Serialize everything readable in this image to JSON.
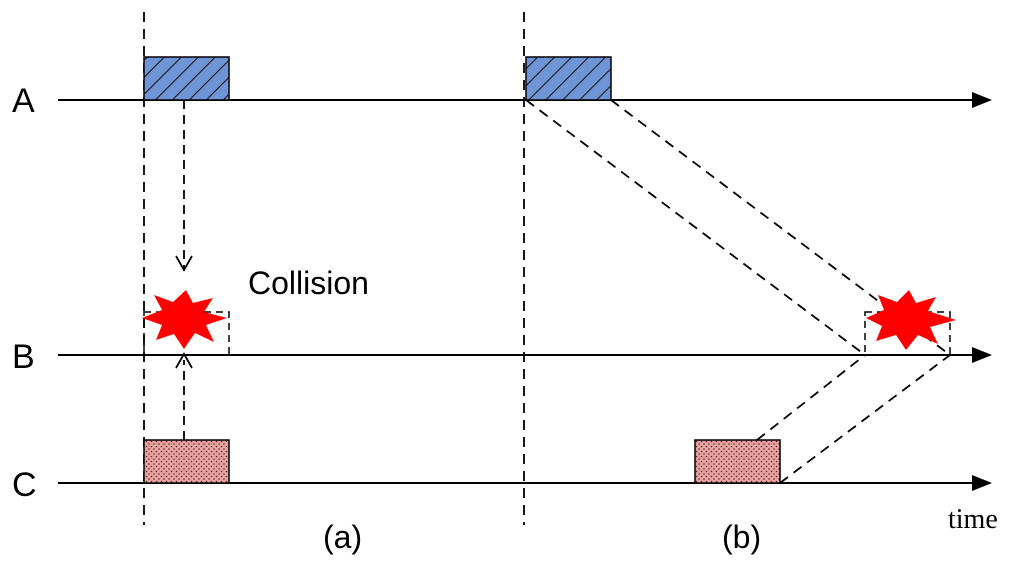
{
  "nodes": [
    {
      "id": "A",
      "label": "A"
    },
    {
      "id": "B",
      "label": "B"
    },
    {
      "id": "C",
      "label": "C"
    }
  ],
  "annotations": {
    "collision_label": "Collision",
    "time_label": "time",
    "panel_a_label": "(a)",
    "panel_b_label": "(b)"
  },
  "colors": {
    "packet_a": "#6f95d6",
    "packet_c": "#e8a3a3",
    "collision": "#ff0000",
    "line": "#000000"
  }
}
